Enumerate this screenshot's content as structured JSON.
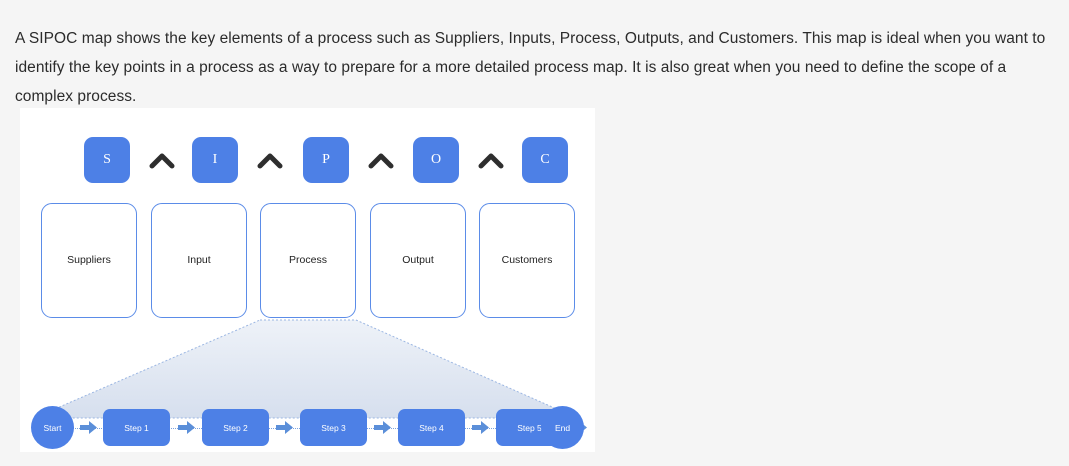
{
  "intro": {
    "paragraph": "A SIPOC map shows the key elements of a process such as Suppliers, Inputs, Process, Outputs, and Customers. This map is ideal when you want to identify the key points in a process as a way to prepare for a more detailed process map. It is also great when you need to define the scope of a complex process."
  },
  "colors": {
    "page_background": "#f5f5f5",
    "card_background": "#ffffff",
    "accent_blue": "#4d80e6",
    "box_border_blue": "#5b8ce8",
    "arrow_blue": "#5b8fd9",
    "chevron_dark": "#2e2e2e",
    "funnel_fill": "#dfe6f1"
  },
  "diagram": {
    "letters": [
      {
        "label": "S",
        "icon": "letter-chip-s"
      },
      {
        "label": "I",
        "icon": "letter-chip-i"
      },
      {
        "label": "P",
        "icon": "letter-chip-p"
      },
      {
        "label": "O",
        "icon": "letter-chip-o"
      },
      {
        "label": "C",
        "icon": "letter-chip-c"
      }
    ],
    "connectors": [
      {
        "icon": "chevron-up-icon"
      },
      {
        "icon": "chevron-up-icon"
      },
      {
        "icon": "chevron-up-icon"
      },
      {
        "icon": "chevron-up-icon"
      }
    ],
    "categories": [
      {
        "label": "Suppliers"
      },
      {
        "label": "Input"
      },
      {
        "label": "Process"
      },
      {
        "label": "Output"
      },
      {
        "label": "Customers"
      }
    ],
    "flow": {
      "start": "Start",
      "steps": [
        "Step 1",
        "Step 2",
        "Step 3",
        "Step 4",
        "Step 5"
      ],
      "end": "End",
      "arrows": [
        {
          "icon": "arrow-right-icon"
        },
        {
          "icon": "arrow-right-icon"
        },
        {
          "icon": "arrow-right-icon"
        },
        {
          "icon": "arrow-right-icon"
        },
        {
          "icon": "arrow-right-icon"
        },
        {
          "icon": "arrow-right-icon"
        }
      ]
    }
  }
}
